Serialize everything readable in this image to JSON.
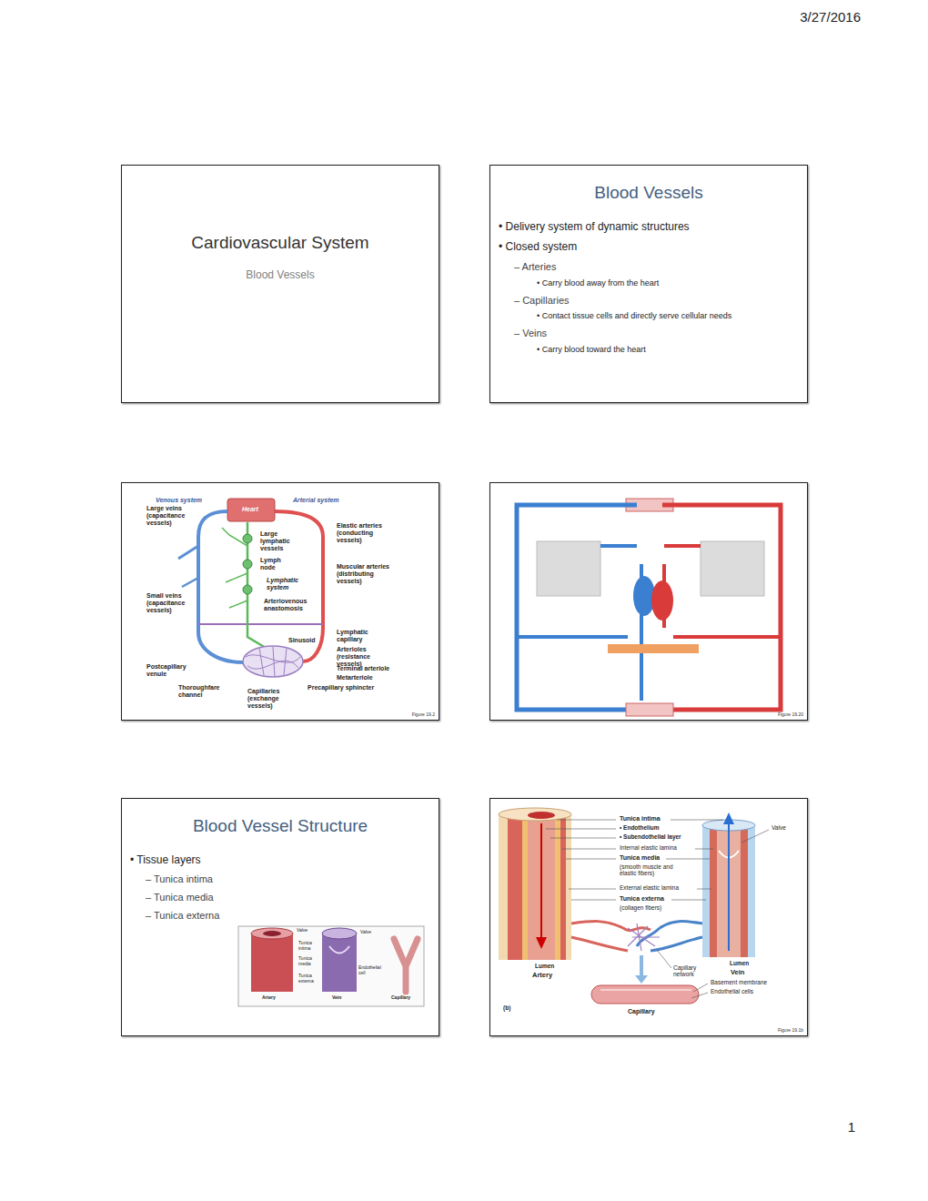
{
  "diagram": {
    "nodes": [
      {
        "text": [
          "Cardiovascular System",
          "Blood Vessels"
        ]
      },
      {
        "text": [
          "Blood Vessels",
          "• Delivery system of dynamic structures",
          "• Closed system",
          "– Arteries",
          "• Carry blood away from the heart",
          "– Capillaries",
          "• Contact tissue cells and directly serve cellular needs",
          "– Veins",
          "• Carry blood toward the heart"
        ]
      },
      {
        "text": [
          "Venous system",
          "Arterial system",
          "Heart",
          "Large veins (capacitance vessels)",
          "Elastic arteries (conducting vessels)",
          "Large lymphatic vessels",
          "Lymph node",
          "Muscular arteries (distributing vessels)",
          "Lymphatic system",
          "Small veins (capacitance vessels)",
          "Arteriovenous anastomosis",
          "Lymphatic capillary",
          "Sinusoid",
          "Arterioles (resistance vessels)",
          "Terminal arteriole",
          "Postcapillary venule",
          "Metarteriole",
          "Thoroughfare channel",
          "Capillaries (exchange vessels)",
          "Precapillary sphincter",
          "Figure 19.2"
        ]
      },
      {
        "text": [
          "Figure 19.20"
        ]
      },
      {
        "text": [
          "Blood Vessel Structure",
          "• Tissue layers",
          "– Tunica intima",
          "– Tunica media",
          "– Tunica externa",
          "Valve",
          "Tunica intima",
          "Tunica media",
          "Tunica externa",
          "Endothelial cell",
          "Valve",
          "Artery",
          "Vein",
          "Capillary"
        ]
      },
      {
        "text": [
          "Tunica intima",
          "• Endothelium",
          "• Subendothelial layer",
          "Internal elastic lamina",
          "Tunica media",
          "(smooth muscle and elastic fibers)",
          "External elastic lamina",
          "Tunica externa",
          "(collagen fibers)",
          "Valve",
          "Lumen",
          "Artery",
          "Capillary network",
          "Lumen",
          "Vein",
          "Basement membrane",
          "Endothelial cells",
          "(b)",
          "Capillary",
          "Figure 19.1b"
        ]
      }
    ],
    "labels": [
      "3/27/2016",
      "1"
    ]
  }
}
